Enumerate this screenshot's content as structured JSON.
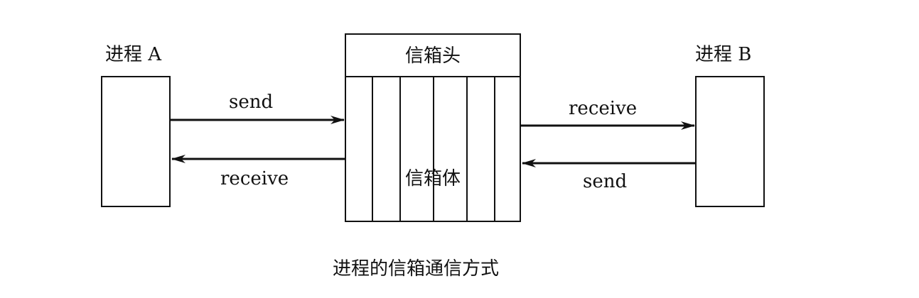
{
  "process_a": {
    "label": "进程 A"
  },
  "process_b": {
    "label": "进程 B"
  },
  "mailbox": {
    "header": "信箱头",
    "body": "信箱体",
    "slot_count": 6
  },
  "arrows": {
    "a_to_mailbox": "send",
    "mailbox_to_a": "receive",
    "mailbox_to_b": "receive",
    "b_to_mailbox": "send"
  },
  "caption": "进程的信箱通信方式"
}
